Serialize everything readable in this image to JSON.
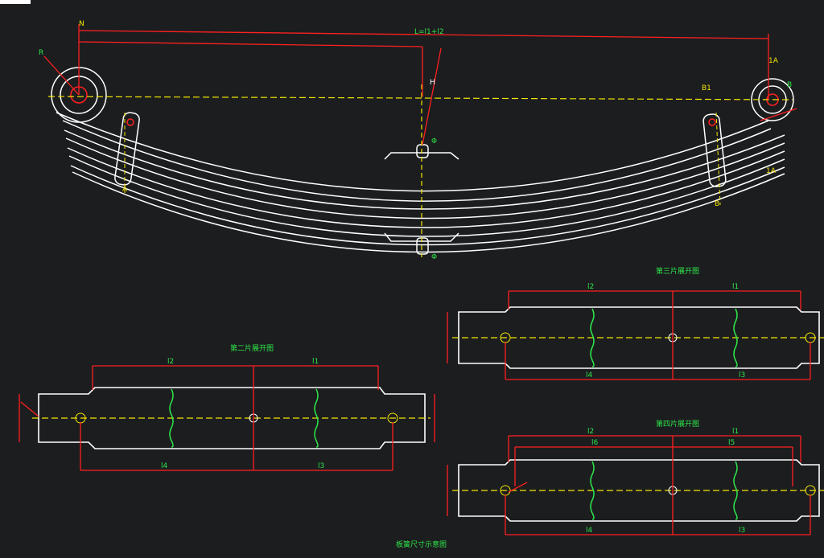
{
  "colors": {
    "background": "#1c1d1f",
    "outline": "#ffffff",
    "dimension": "#ff2020",
    "centerline": "#f2e600",
    "text": "#2ee64a"
  },
  "labels": {
    "top_left_mark": "N",
    "overall_length": "L=l1+l2",
    "eye_radius": "R",
    "height_mark": "H",
    "left_pin": "A",
    "right_pin": "B",
    "right_top": "1A",
    "right_bottom": "1A",
    "right_dim": "B1",
    "center_bolt": "Φ",
    "bottom_bolt": "Φ",
    "width_mark": "B"
  },
  "views": {
    "left_view_title": "第二片展开图",
    "left_view_dims": [
      "l2",
      "l1",
      "l4",
      "l3"
    ],
    "right_top_title": "第三片展开图",
    "right_top_dims": [
      "l2",
      "l1",
      "l4",
      "l3"
    ],
    "right_bottom_title": "第四片展开图",
    "right_bottom_dims": [
      "l2",
      "l6",
      "l5",
      "l1",
      "l4",
      "l3"
    ],
    "footer": "板簧尺寸示意图"
  }
}
